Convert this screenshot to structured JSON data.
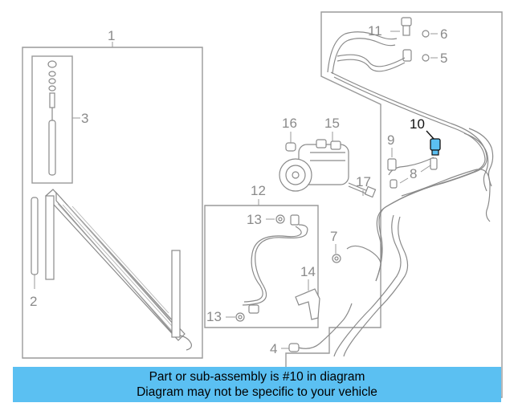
{
  "callouts": {
    "c1": "1",
    "c2": "2",
    "c3": "3",
    "c4": "4",
    "c5": "5",
    "c6": "6",
    "c7": "7",
    "c8": "8",
    "c9": "9",
    "c10": "10",
    "c11": "11",
    "c12": "12",
    "c13a": "13",
    "c13b": "13",
    "c14": "14",
    "c15": "15",
    "c16": "16",
    "c17": "17"
  },
  "highlight": {
    "part_number": "10",
    "color": "#5bc0f2"
  },
  "banner": {
    "line1": "Part or sub-assembly is #10 in diagram",
    "line2": "Diagram may not be specific to your vehicle",
    "background": "#5bc0f2"
  }
}
